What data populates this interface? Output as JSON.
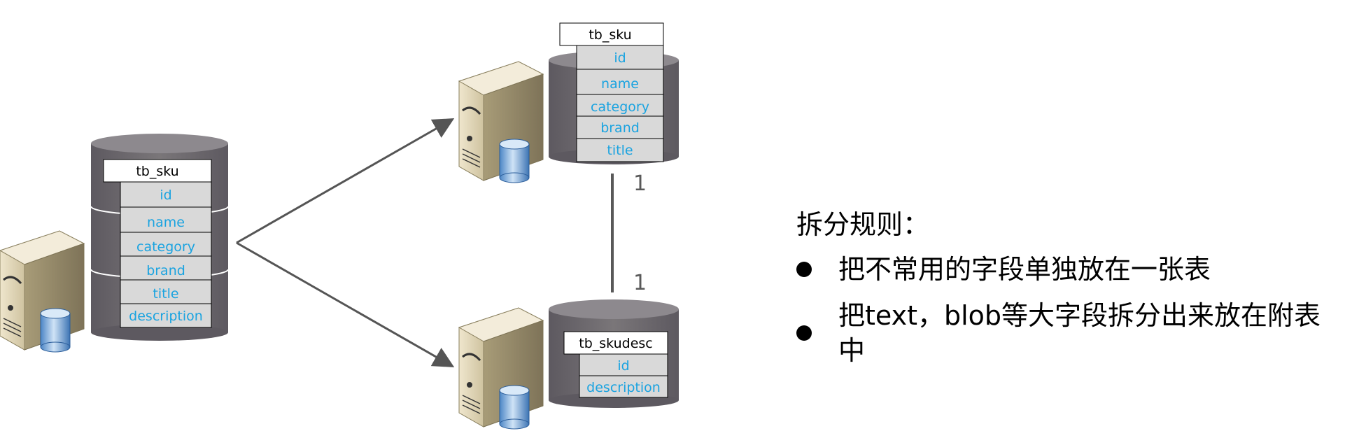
{
  "original_table": {
    "name": "tb_sku",
    "fields": [
      "id",
      "name",
      "category",
      "brand",
      "title",
      "description"
    ]
  },
  "split_table_main": {
    "name": "tb_sku",
    "fields": [
      "id",
      "name",
      "category",
      "brand",
      "title"
    ]
  },
  "split_table_desc": {
    "name": "tb_skudesc",
    "fields": [
      "id",
      "description"
    ]
  },
  "relation": {
    "top_cardinality": "1",
    "bottom_cardinality": "1"
  },
  "rules": {
    "title": "拆分规则：",
    "items": [
      "把不常用的字段单独放在一张表",
      "把text，blob等大字段拆分出来放在附表中"
    ]
  },
  "colors": {
    "field_text": "#1aa3e0",
    "cylinder": "#6e6a70",
    "field_bg": "#d9d9d9"
  }
}
